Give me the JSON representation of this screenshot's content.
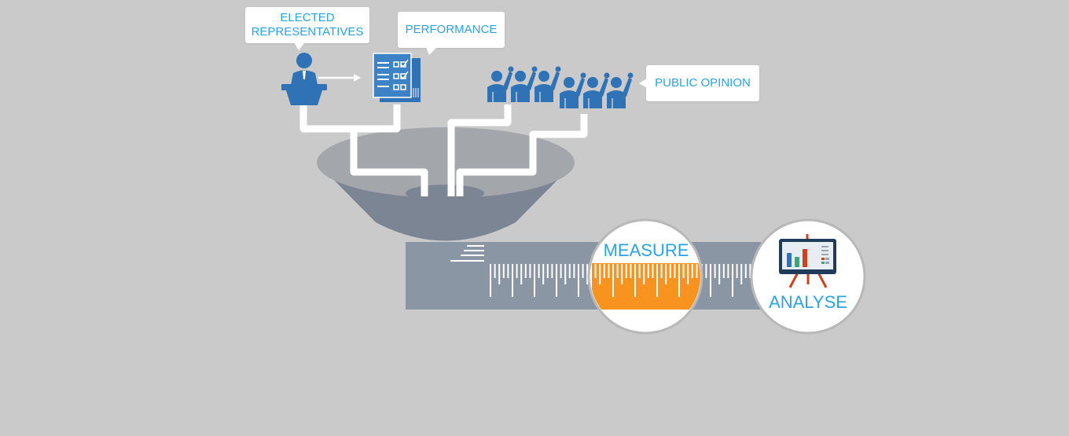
{
  "callouts": {
    "elected_representatives": "ELECTED\nREPRESENTATIVES",
    "performance": "PERFORMANCE",
    "public_opinion": "PUBLIC OPINION"
  },
  "circles": {
    "measure": "MEASURE",
    "analyse": "ANALYSE"
  },
  "colors": {
    "background": "#cacaca",
    "accent_blue": "#29a3e6",
    "icon_blue": "#2f72b5",
    "funnel_rim": "#a3a6aa",
    "funnel_body": "#7c8593",
    "ruler": "#8a96a4",
    "measure_orange": "#f7931e"
  },
  "icons": [
    "speaker-at-podium-icon",
    "checklist-document-icon",
    "audience-raising-hands-icon",
    "presentation-easel-chart-icon"
  ]
}
